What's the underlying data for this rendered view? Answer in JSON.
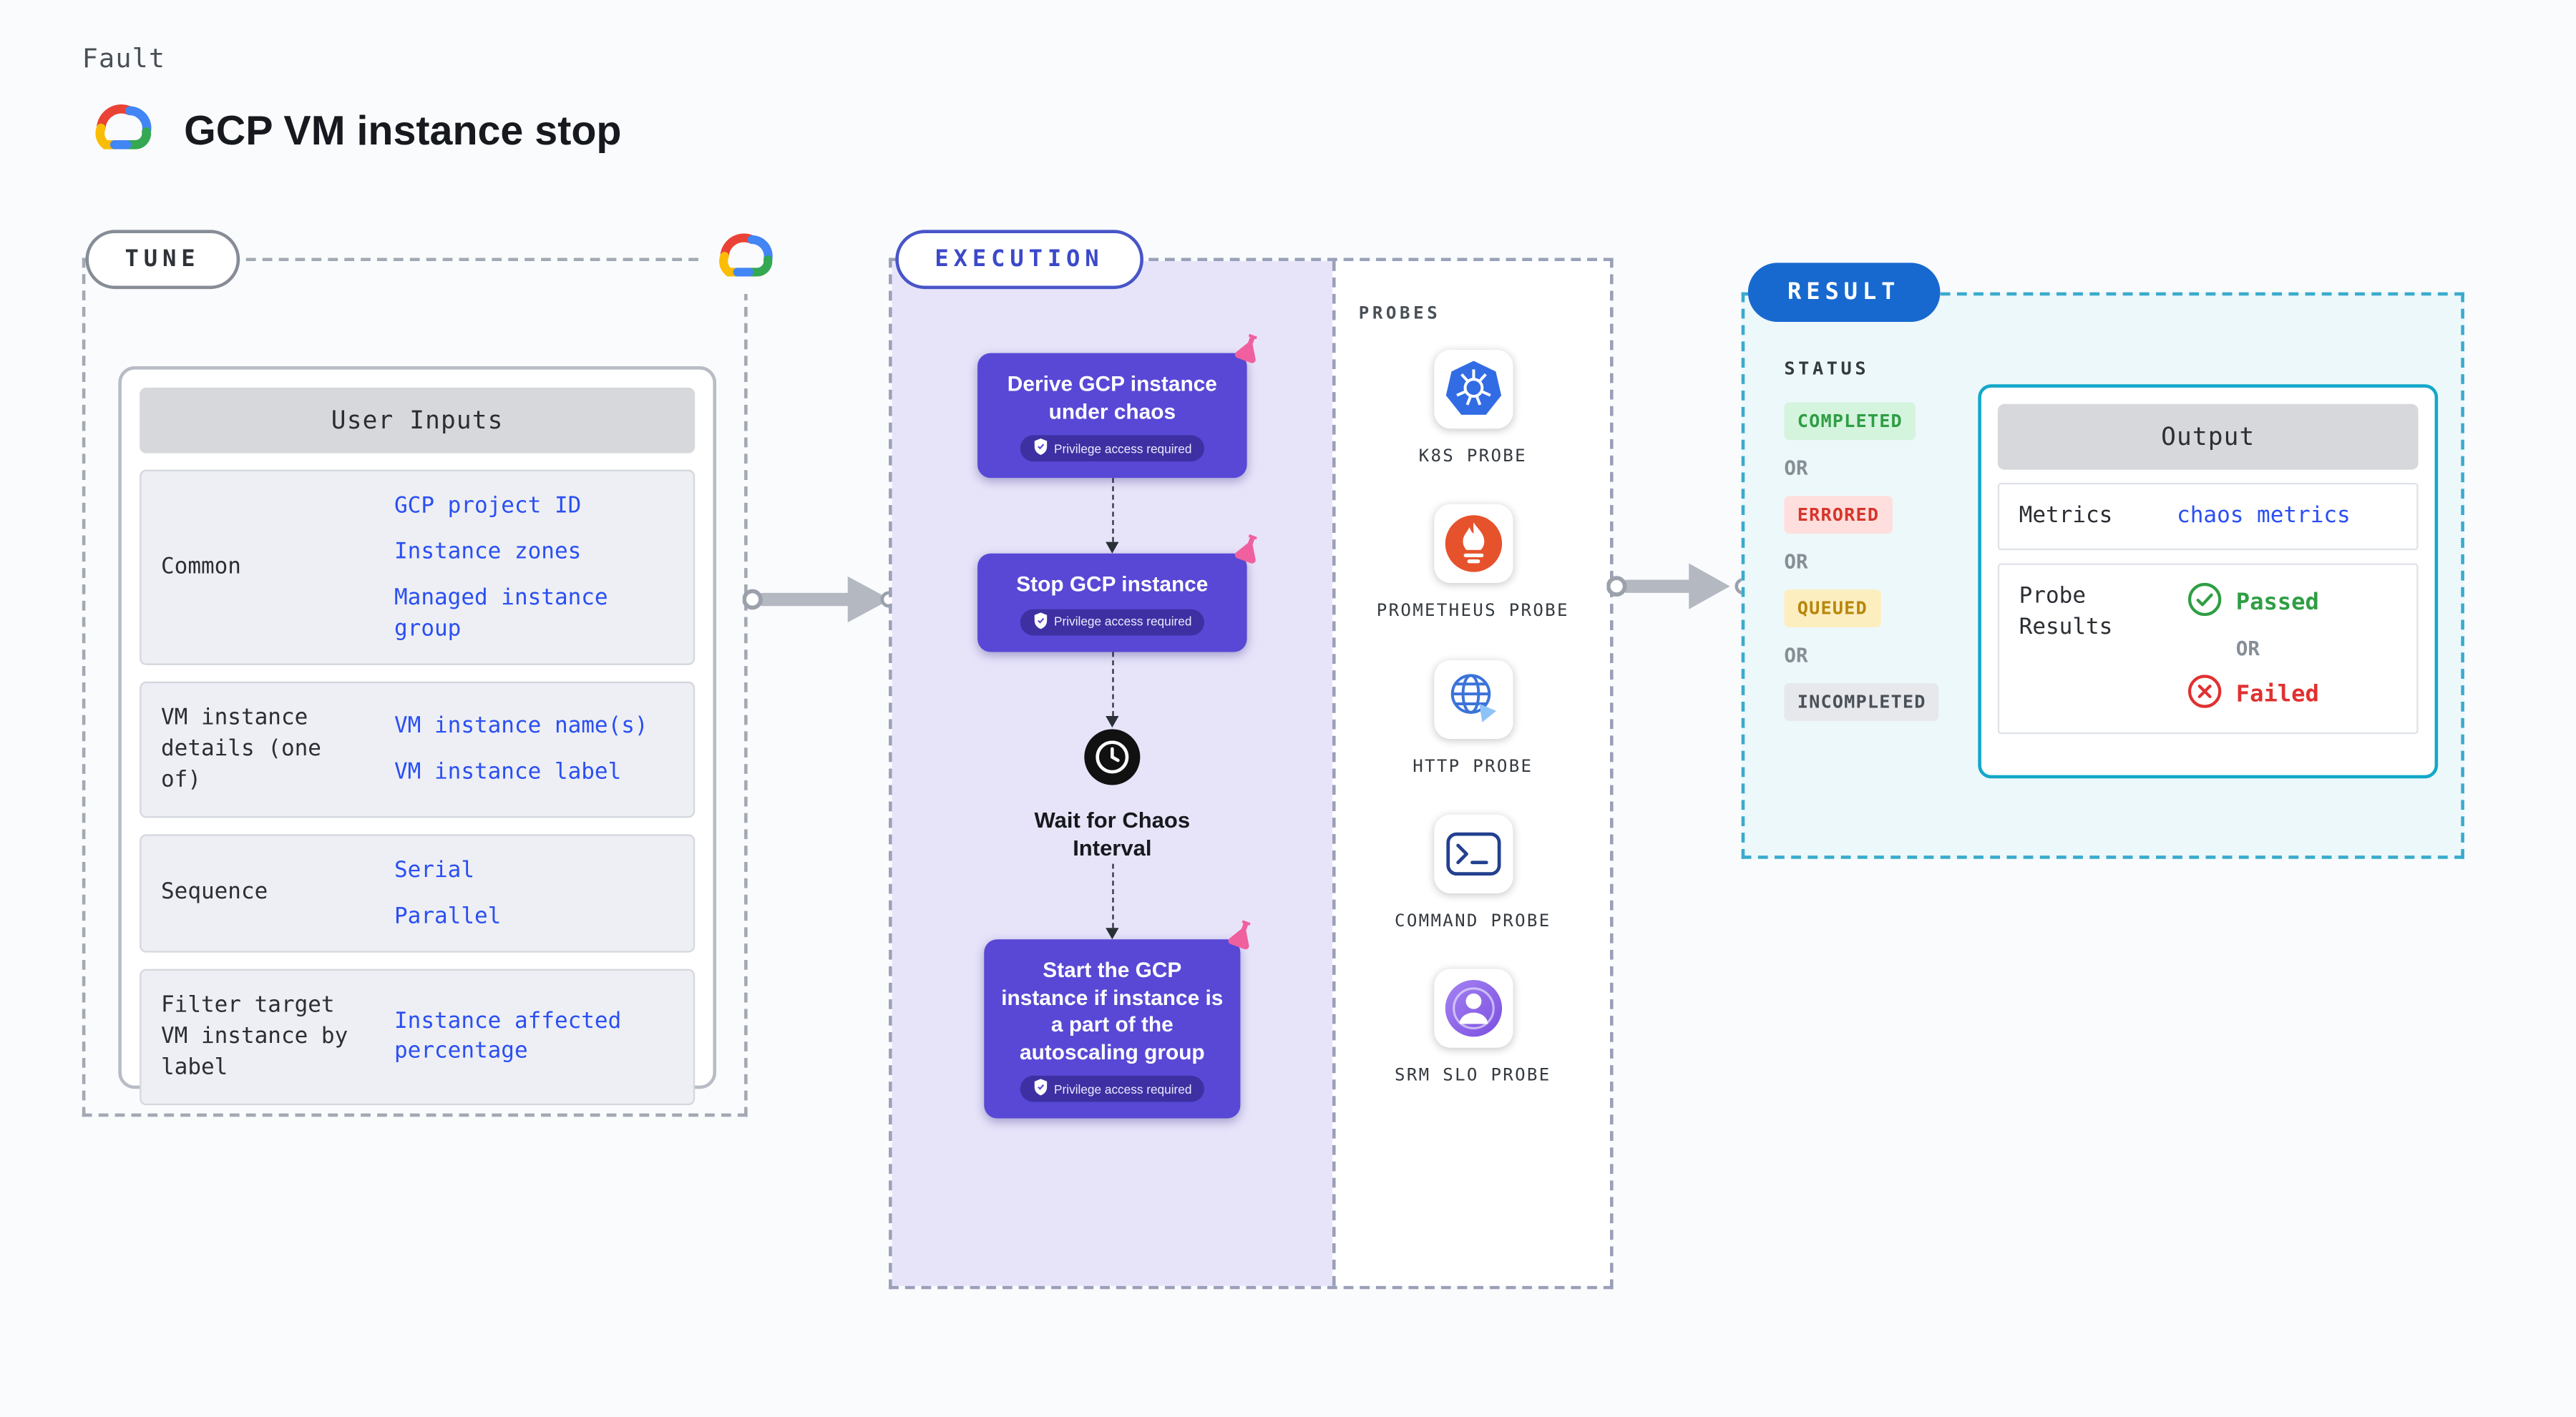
{
  "colors": {
    "accent_purple": "#5848d5",
    "link_blue": "#2b4ff2",
    "execution_bg": "#e7e4fa",
    "result_bg": "#edf8fb",
    "result_border": "#13a8c9",
    "result_pill_blue": "#1769cf",
    "success_green": "#2f9e44",
    "error_red": "#e03131",
    "queued_amber": "#b8860b"
  },
  "header": {
    "kicker": "Fault",
    "title": "GCP VM instance stop"
  },
  "tune": {
    "pill": "TUNE",
    "card": {
      "title": "User Inputs",
      "rows": [
        {
          "label": "Common",
          "values": [
            "GCP project ID",
            "Instance zones",
            "Managed instance group"
          ]
        },
        {
          "label": "VM instance details (one of)",
          "values": [
            "VM instance name(s)",
            "VM instance label"
          ]
        },
        {
          "label": "Sequence",
          "values": [
            "Serial",
            "Parallel"
          ]
        },
        {
          "label": "Filter target VM instance by label",
          "values": [
            "Instance affected percentage"
          ]
        }
      ]
    }
  },
  "execution": {
    "pill": "EXECUTION",
    "steps": [
      {
        "title": "Derive GCP instance under chaos",
        "badge": "Privilege access required"
      },
      {
        "title": "Stop GCP instance",
        "badge": "Privilege access required"
      },
      {
        "title": "Wait for Chaos Interval",
        "type": "wait"
      },
      {
        "title": "Start the GCP instance if instance is a part of the autoscaling group",
        "badge": "Privilege access required"
      }
    ],
    "probes": {
      "title": "PROBES",
      "items": [
        {
          "label": "K8S PROBE",
          "icon": "kubernetes-icon"
        },
        {
          "label": "PROMETHEUS PROBE",
          "icon": "prometheus-icon"
        },
        {
          "label": "HTTP PROBE",
          "icon": "globe-icon"
        },
        {
          "label": "COMMAND PROBE",
          "icon": "terminal-icon"
        },
        {
          "label": "SRM SLO PROBE",
          "icon": "user-orbit-icon"
        }
      ]
    }
  },
  "result": {
    "pill": "RESULT",
    "status": {
      "title": "STATUS",
      "separator": "OR",
      "items": [
        {
          "label": "COMPLETED",
          "bg": "#d4f4de",
          "fg": "#2f9e44"
        },
        {
          "label": "ERRORED",
          "bg": "#ffdfdd",
          "fg": "#d6362c"
        },
        {
          "label": "QUEUED",
          "bg": "#fdeec0",
          "fg": "#b8860b"
        },
        {
          "label": "INCOMPLETED",
          "bg": "#e6e8ec",
          "fg": "#495057"
        }
      ]
    },
    "output": {
      "title": "Output",
      "metrics_label": "Metrics",
      "metrics_value": "chaos metrics",
      "probe_results_label": "Probe Results",
      "passed": "Passed",
      "or": "OR",
      "failed": "Failed"
    }
  }
}
